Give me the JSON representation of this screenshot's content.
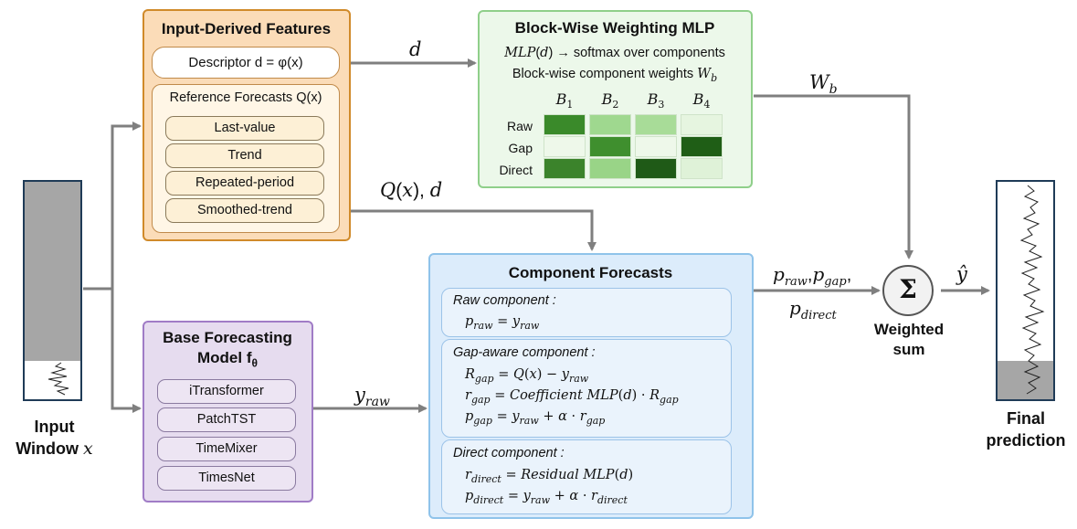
{
  "input_window": {
    "label": "Input\nWindow",
    "var": "x"
  },
  "input_derived": {
    "title": "Input-Derived Features",
    "descriptor": "Descriptor d = φ(x)",
    "reference_title": "Reference Forecasts Q(x)",
    "references": [
      "Last-value",
      "Trend",
      "Repeated-period",
      "Smoothed-trend"
    ]
  },
  "base_model": {
    "title_line1": "Base Forecasting",
    "title_line2": "Model f",
    "title_sub": "θ",
    "models": [
      "iTransformer",
      "PatchTST",
      "TimeMixer",
      "TimesNet"
    ]
  },
  "weighting": {
    "title": "Block-Wise Weighting MLP",
    "line1": "MLP(d) → softmax over components",
    "line2": "Block-wise component weights W_b",
    "columns": [
      "B1",
      "B2",
      "B3",
      "B4"
    ],
    "rows": [
      "Raw",
      "Gap",
      "Direct"
    ],
    "colors": [
      [
        "#3a8a2a",
        "#9fd88f",
        "#a8dc98",
        "#e6f5e0"
      ],
      [
        "#eef8ea",
        "#3f8f2e",
        "#eef8ea",
        "#1f5e16"
      ],
      [
        "#3b832b",
        "#99d487",
        "#1f5a17",
        "#dff2d8"
      ]
    ]
  },
  "components": {
    "title": "Component Forecasts",
    "raw_header": "Raw component :",
    "raw_eq": "p_raw = y_raw",
    "gap_header": "Gap-aware component :",
    "gap_eq1": "R_gap = Q(x) − y_raw",
    "gap_eq2": "r_gap = Coefficient MLP(d) · R_gap",
    "gap_eq3": "p_gap = y_raw + α · r_gap",
    "direct_header": "Direct component :",
    "direct_eq1": "r_direct = Residual MLP(d)",
    "direct_eq2": "p_direct = y_raw + α · r_direct"
  },
  "edges": {
    "d": "d",
    "qd": "Q(x), d",
    "wb": "W_b",
    "yraw": "y_raw",
    "p_line1": "p_raw,p_gap,",
    "p_line2": "p_direct",
    "yhat": "ŷ"
  },
  "sum": {
    "symbol": "Σ",
    "label_line1": "Weighted",
    "label_line2": "sum"
  },
  "final": {
    "label_line1": "Final",
    "label_line2": "prediction"
  },
  "colors": {
    "orange_border": "#d08a2a",
    "orange_fill": "#fbdcb8",
    "green_border": "#8fcf8a",
    "green_fill": "#ecf8ea",
    "blue_border": "#8fc3ea",
    "blue_fill": "#dcecfb",
    "purple_border": "#a07cc6",
    "purple_fill": "#e6dcef",
    "arrow": "#7f7f7f",
    "window_gray": "#a6a6a6",
    "window_border": "#1f3b57"
  }
}
